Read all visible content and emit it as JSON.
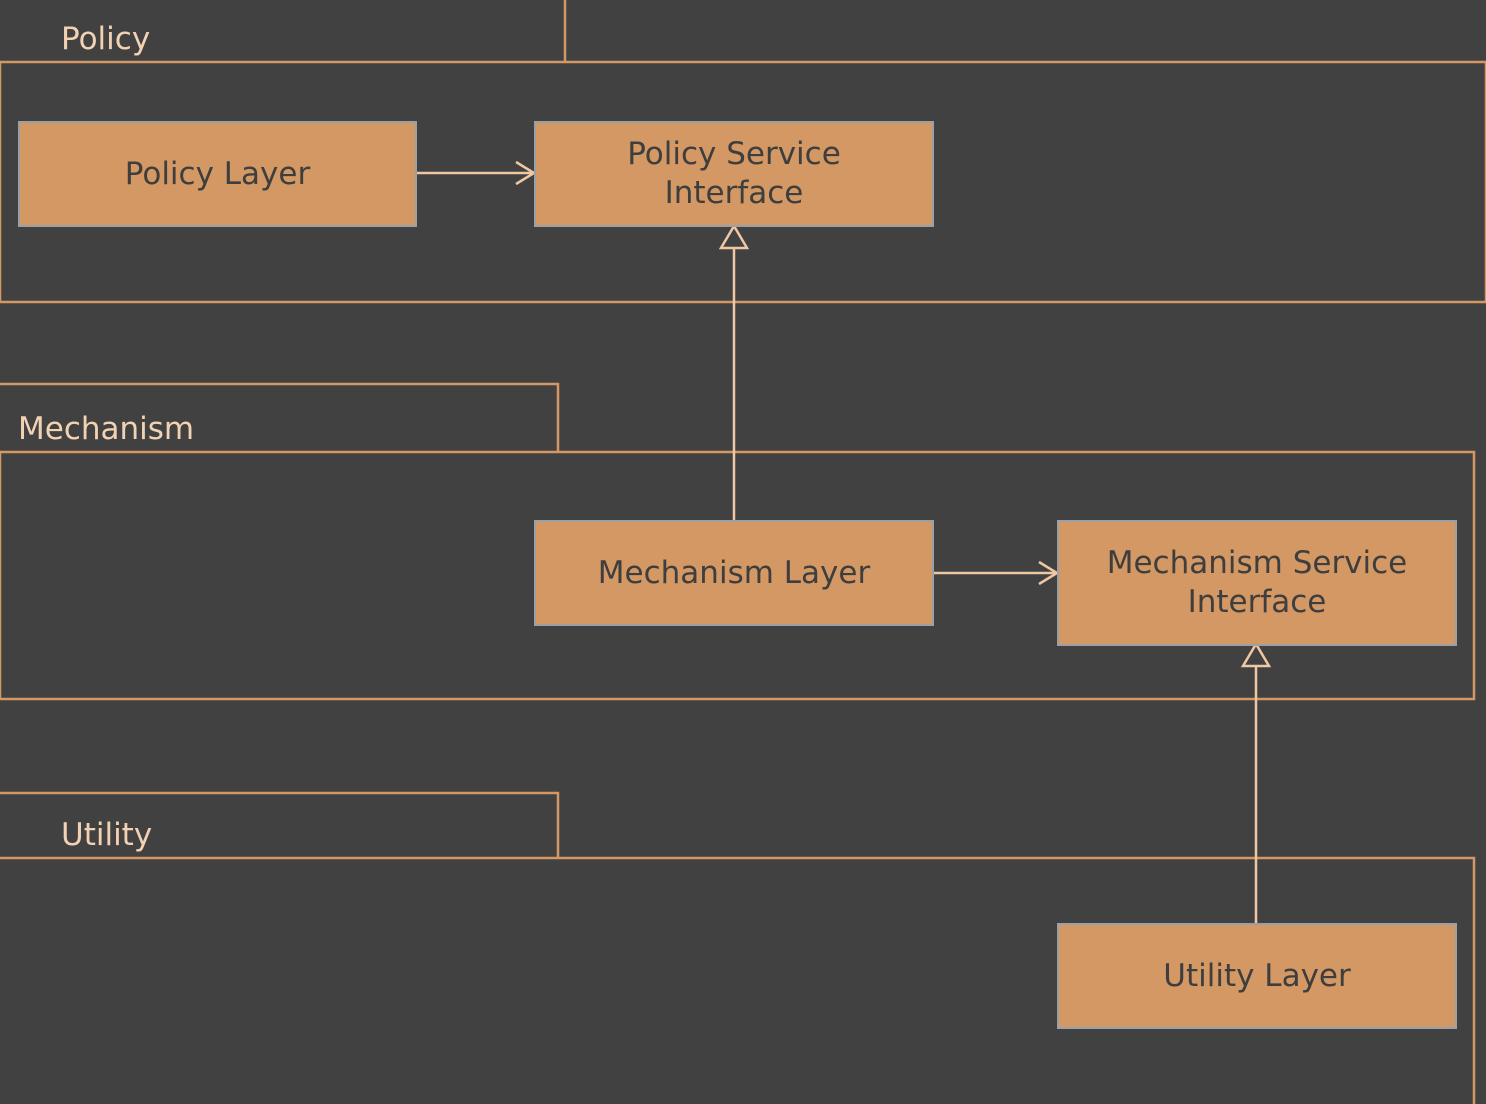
{
  "colors": {
    "background": "#414141",
    "frame": "#d39864",
    "node_fill": "#d39864",
    "node_border": "#9aa0a6",
    "node_text": "#3e3e3e",
    "label_text": "#f3d2b4"
  },
  "packages": [
    {
      "id": "policy",
      "label": "Policy"
    },
    {
      "id": "mechanism",
      "label": "Mechanism"
    },
    {
      "id": "utility",
      "label": "Utility"
    }
  ],
  "nodes": {
    "policy_layer": {
      "lines": [
        "Policy Layer"
      ]
    },
    "policy_service_interface": {
      "lines": [
        "Policy Service",
        "Interface"
      ]
    },
    "mechanism_layer": {
      "lines": [
        "Mechanism Layer"
      ]
    },
    "mechanism_service_interface": {
      "lines": [
        "Mechanism Service",
        "Interface"
      ]
    },
    "utility_layer": {
      "lines": [
        "Utility Layer"
      ]
    }
  },
  "edges": [
    {
      "from": "policy_layer",
      "to": "policy_service_interface",
      "kind": "dependency"
    },
    {
      "from": "mechanism_layer",
      "to": "policy_service_interface",
      "kind": "realization"
    },
    {
      "from": "mechanism_layer",
      "to": "mechanism_service_interface",
      "kind": "dependency"
    },
    {
      "from": "utility_layer",
      "to": "mechanism_service_interface",
      "kind": "realization"
    }
  ]
}
